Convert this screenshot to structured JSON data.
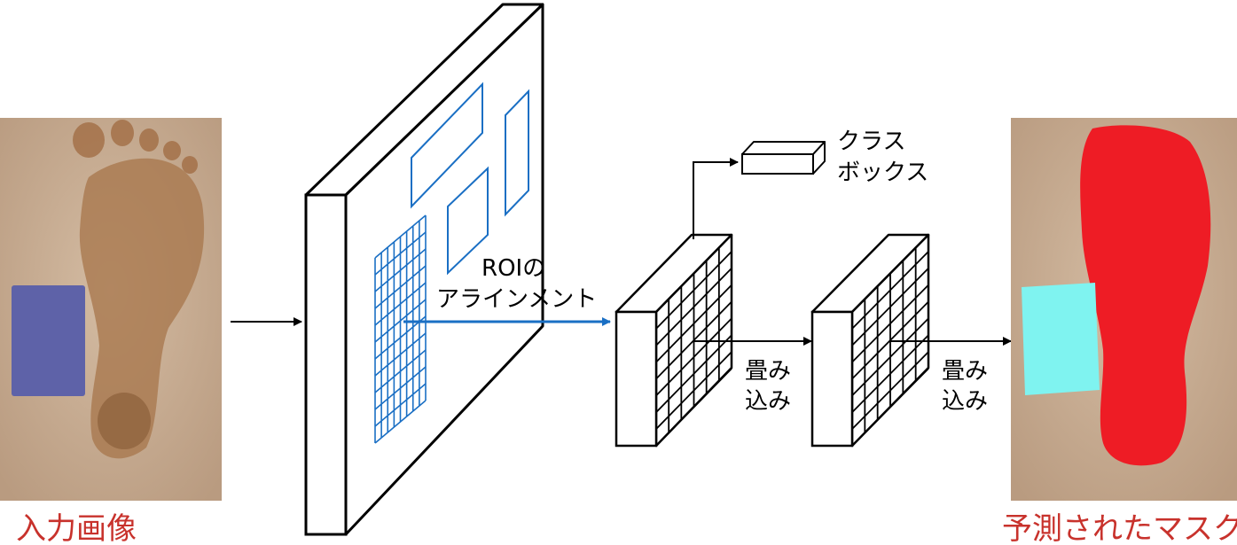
{
  "captions": {
    "input_image": "入力画像",
    "predicted_mask": "予測されたマスク"
  },
  "labels": {
    "roi_align_line1": "ROIの",
    "roi_align_line2": "アラインメント",
    "class_line1": "クラス",
    "class_line2": "ボックス",
    "conv1_line1": "畳み",
    "conv1_line2": "込み",
    "conv2_line1": "畳み",
    "conv2_line2": "込み"
  },
  "colors": {
    "caption": "#c8322c",
    "roi_blue": "#1a6fc4",
    "mask_foot": "#ee1c25",
    "mask_card": "#7ff3f0",
    "card_purple": "#5e62a8",
    "paper_beige": "#c9ad92"
  }
}
